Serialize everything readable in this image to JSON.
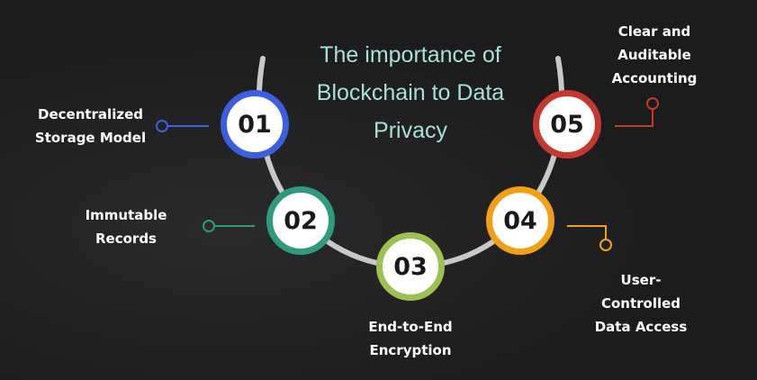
{
  "title": "The importance of Blockchain to Data Privacy",
  "steps": [
    {
      "number": "01",
      "label": "Decentralized Storage Model",
      "color": "#3b5fe0"
    },
    {
      "number": "02",
      "label": "Immutable Records",
      "color": "#2f9a7c"
    },
    {
      "number": "03",
      "label": "End-to-End Encryption",
      "color": "#9bc153"
    },
    {
      "number": "04",
      "label": "User-Controlled Data Access",
      "color": "#f0a012"
    },
    {
      "number": "05",
      "label": "Clear and Auditable Accounting",
      "color": "#c5382f"
    }
  ]
}
